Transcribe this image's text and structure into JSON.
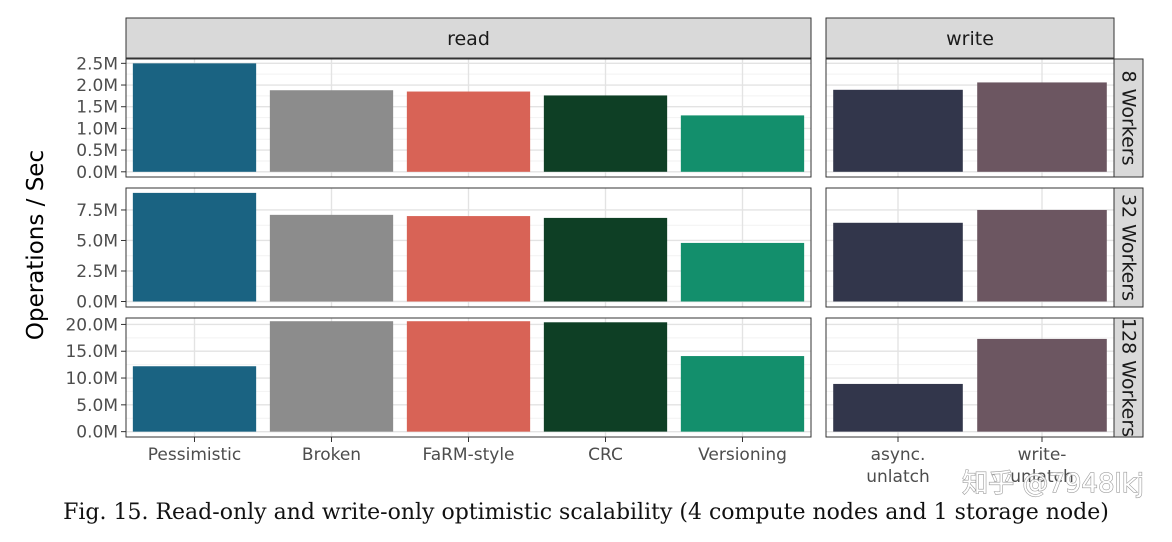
{
  "figure": {
    "caption": "Fig. 15.  Read-only and write-only optimistic scalability (4 compute nodes and 1 storage node)",
    "watermark": "知乎 @7948lkj"
  },
  "chart_data": {
    "type": "bar",
    "ylabel": "Operations / Sec",
    "columns": [
      {
        "name": "read",
        "categories": [
          "Pessimistic",
          "Broken",
          "FaRM-style",
          "CRC",
          "Versioning"
        ]
      },
      {
        "name": "write",
        "categories": [
          "async.\nunlatch",
          "write-\nunlatch"
        ]
      }
    ],
    "rows": [
      {
        "name": "8 Workers",
        "ylim": [
          -0.12,
          2.6
        ],
        "yticks": [
          0,
          0.5,
          1.0,
          1.5,
          2.0,
          2.5
        ],
        "ytick_labels": [
          "0.0M",
          "0.5M",
          "1.0M",
          "1.5M",
          "2.0M",
          "2.5M"
        ],
        "unit": "M",
        "values": {
          "read": [
            2.5,
            1.88,
            1.85,
            1.76,
            1.3
          ],
          "write": [
            1.89,
            2.06
          ]
        }
      },
      {
        "name": "32 Workers",
        "ylim": [
          -0.45,
          9.3
        ],
        "yticks": [
          0,
          2.5,
          5.0,
          7.5
        ],
        "ytick_labels": [
          "0.0M",
          "2.5M",
          "5.0M",
          "7.5M"
        ],
        "unit": "M",
        "values": {
          "read": [
            8.9,
            7.1,
            7.0,
            6.85,
            4.8
          ],
          "write": [
            6.45,
            7.5
          ]
        }
      },
      {
        "name": "128 Workers",
        "ylim": [
          -1.0,
          21.2
        ],
        "yticks": [
          0,
          5,
          10,
          15,
          20
        ],
        "ytick_labels": [
          "0.0M",
          "5.0M",
          "10.0M",
          "15.0M",
          "20.0M"
        ],
        "unit": "M",
        "values": {
          "read": [
            12.2,
            20.6,
            20.6,
            20.4,
            14.1
          ],
          "write": [
            8.9,
            17.3
          ]
        }
      }
    ],
    "colors": {
      "Pessimistic": "#1a6382",
      "Broken": "#8c8c8c",
      "FaRM-style": "#d86356",
      "CRC": "#0e3f25",
      "Versioning": "#138f6c",
      "async.\nunlatch": "#32364b",
      "write-\nunlatch": "#6c5661"
    },
    "grid": true,
    "facet_strip_color": "#d9d9d9"
  }
}
